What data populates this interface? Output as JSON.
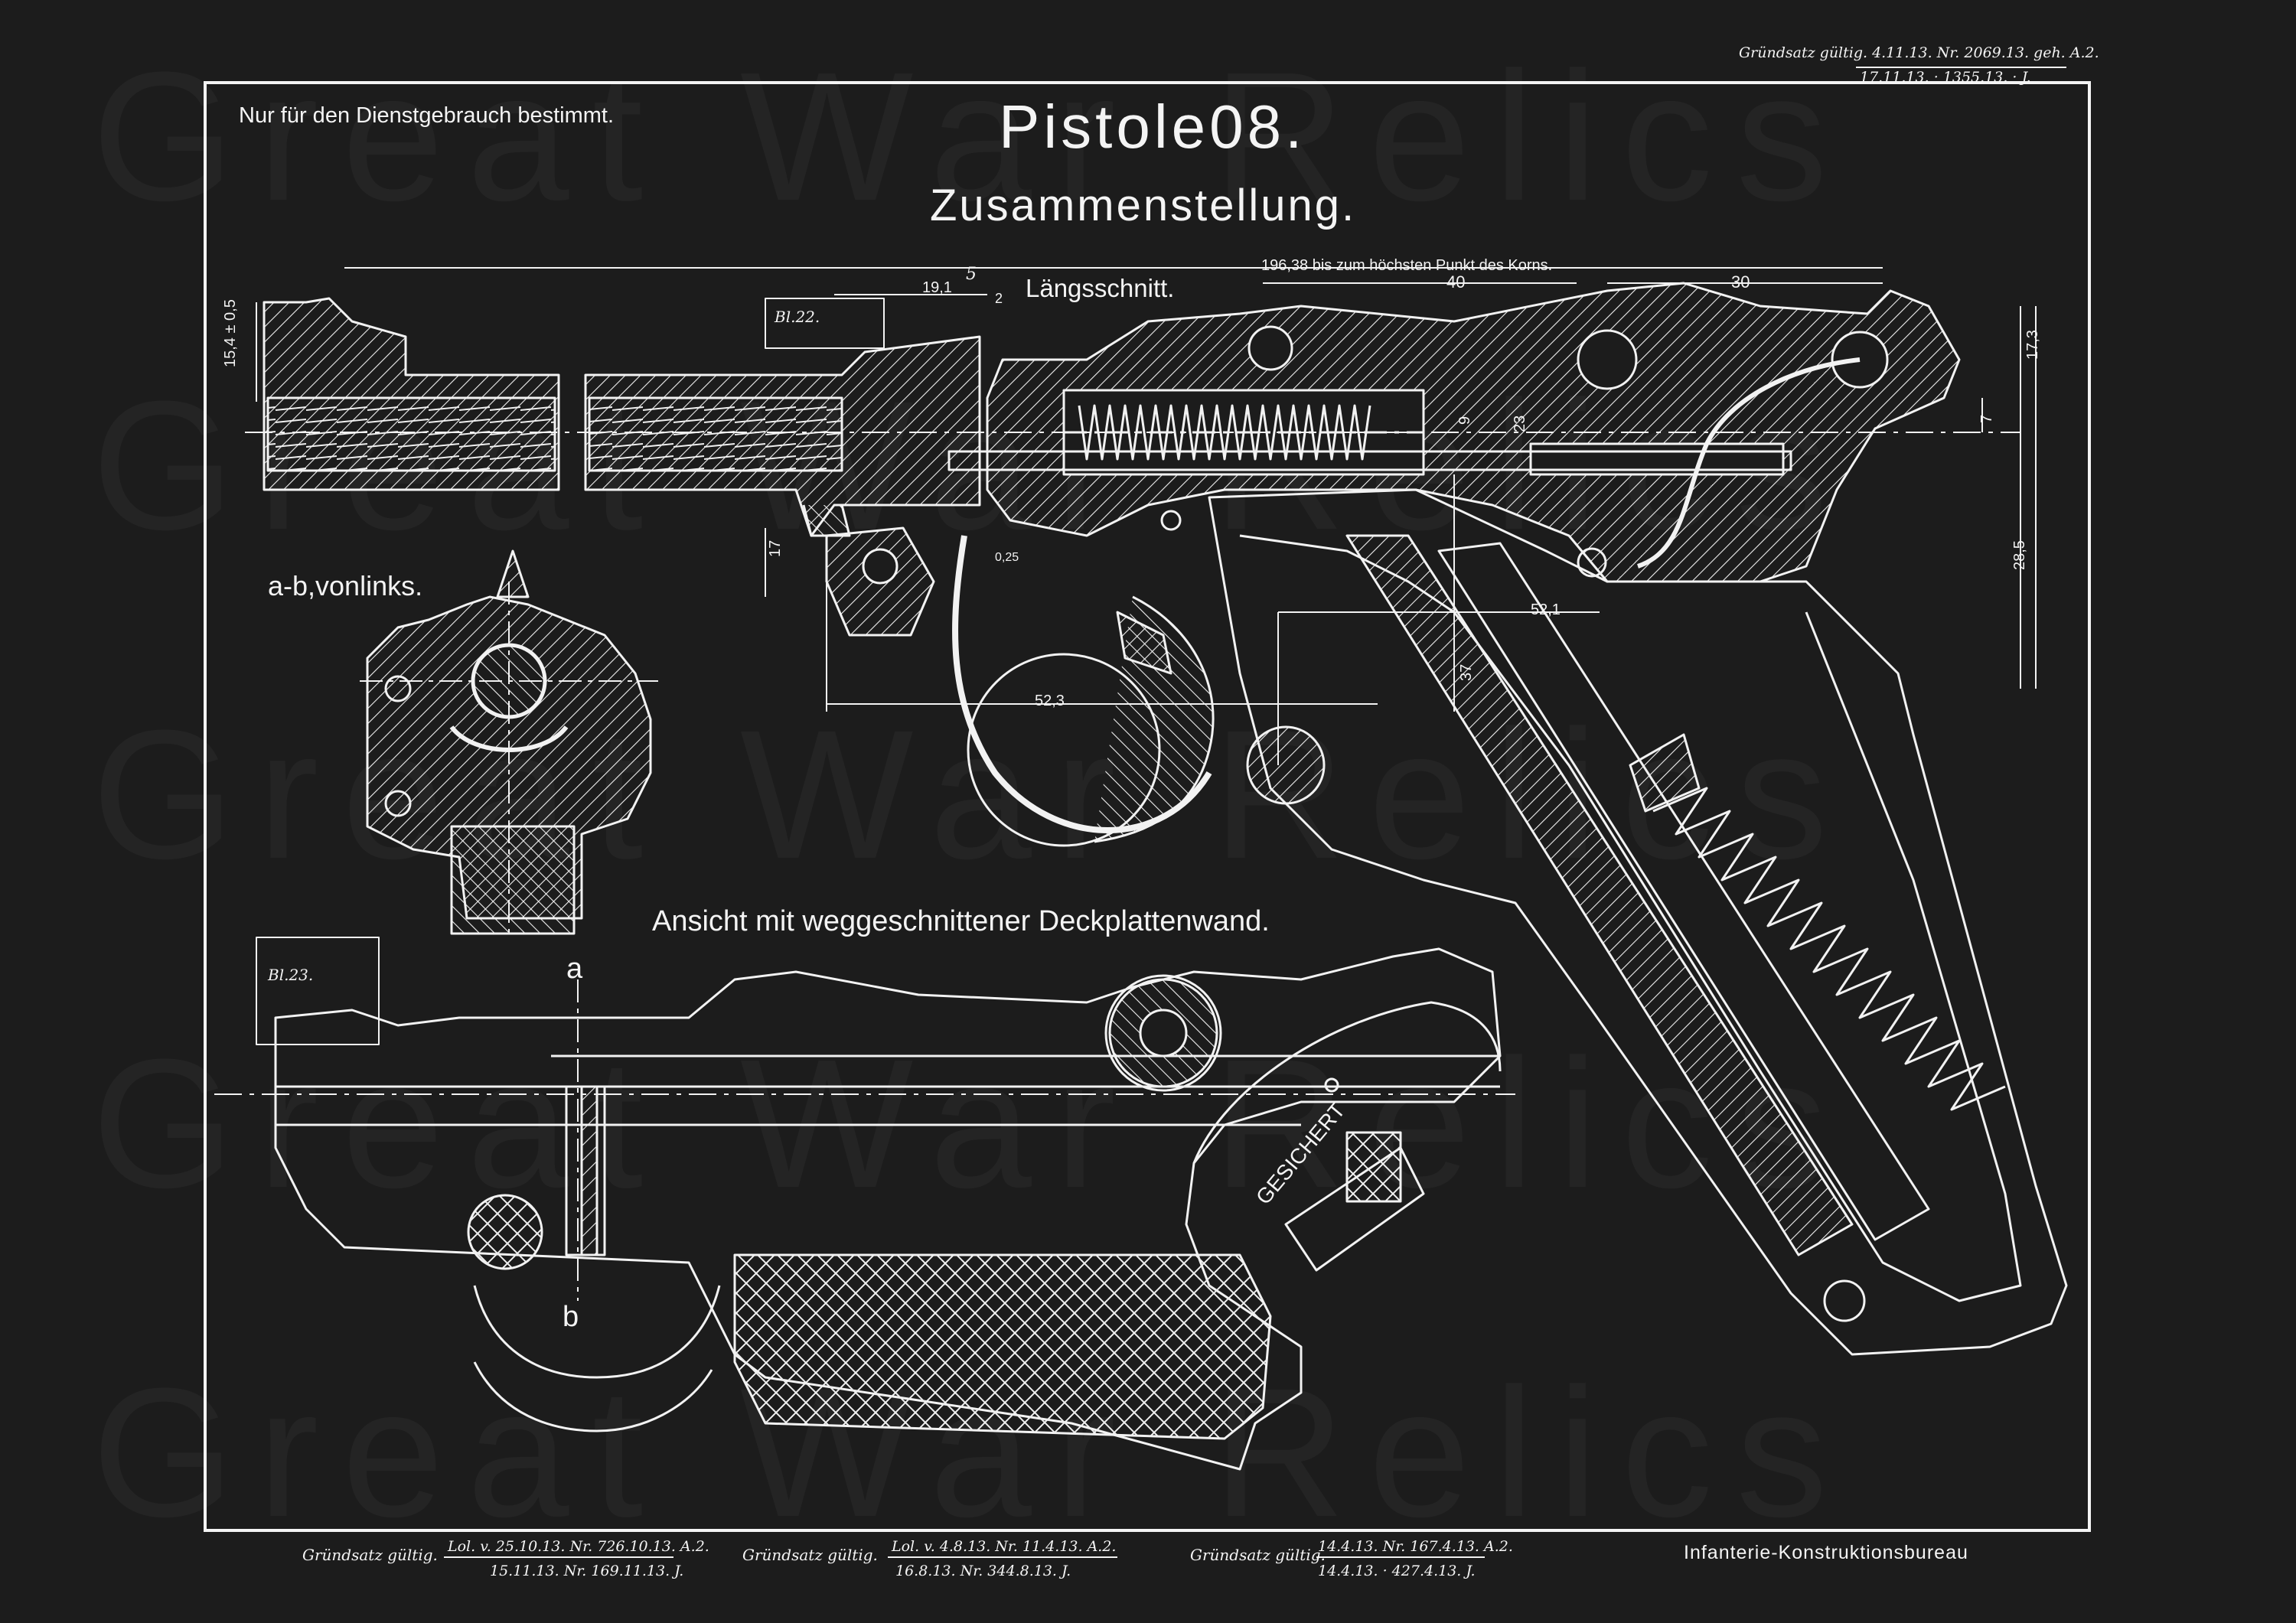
{
  "header": {
    "restriction_note": "Nur für den Dienstgebrauch bestimmt.",
    "title": "Pistole08.",
    "subtitle": "Zusammenstellung.",
    "approval_top_line1": "Gründsatz gültig. 4.11.13. Nr. 2069.13. geh. A.2.",
    "approval_top_line2": "17.11.13. · 1355.13. · J."
  },
  "views": {
    "longitudinal_section": "Längsschnitt.",
    "front_view": "a-b,vonlinks.",
    "cutaway_view": "Ansicht mit weggeschnittener Deckplattenwand."
  },
  "dimensions": {
    "overall": "196,38 bis zum höchsten Punkt des Korns.",
    "d40": "40",
    "d30": "30",
    "d19_1": "19,1",
    "d5": "5",
    "d2": "2",
    "d15_4": "15,4 ± 0,5",
    "d17_3": "17,3",
    "d7": "7",
    "d9": "9",
    "d23": "23",
    "d28_5": "28,5",
    "d17": "17",
    "d52_1": "52,1",
    "d37": "37",
    "d52_3": "52,3",
    "d0_25": "0,25"
  },
  "part_labels": {
    "tag_22": "Bl.22.",
    "tag_23": "Bl.23.",
    "section_a": "a",
    "section_b": "b",
    "safety_marking": "GESICHERT"
  },
  "footer": {
    "approval1_prefix": "Gründsatz gültig.",
    "approval1_line1": "Lol. v. 25.10.13. Nr. 726.10.13. A.2.",
    "approval1_line2": "15.11.13. Nr. 169.11.13. J.",
    "approval2_prefix": "Gründsatz gültig.",
    "approval2_line1": "Lol. v. 4.8.13. Nr. 11.4.13. A.2.",
    "approval2_line2": "16.8.13. Nr. 344.8.13. J.",
    "approval3_prefix": "Gründsatz gültig.",
    "approval3_line1": "14.4.13. Nr. 167.4.13. A.2.",
    "approval3_line2": "14.4.13. · 427.4.13. J.",
    "bureau": "Infanterie-Konstruktionsbureau"
  },
  "watermark": {
    "text": "Great War Relics"
  },
  "colors": {
    "background": "#1c1c1c",
    "ink": "#f4f4f4"
  }
}
